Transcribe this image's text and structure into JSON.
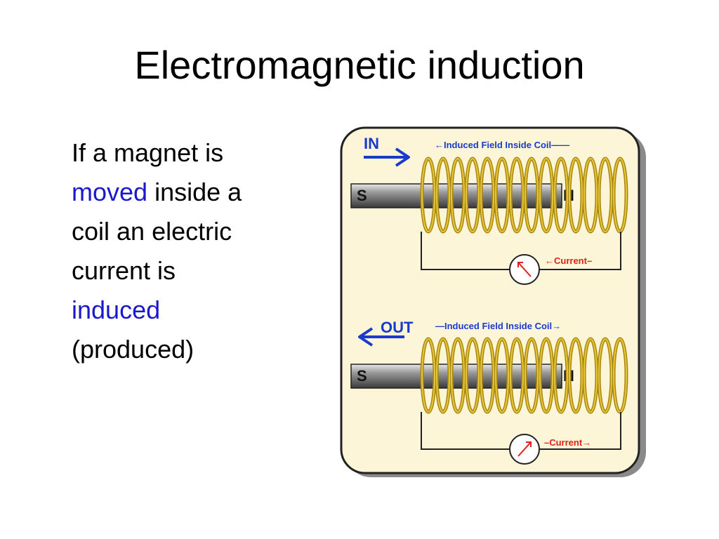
{
  "slide": {
    "title": "Electromagnetic induction",
    "text": {
      "l1": "If a magnet is",
      "moved": "moved",
      "l2_rest": " inside a",
      "l3": "coil an electric",
      "l4": "current is",
      "induced": "induced",
      "l6": "(produced)"
    },
    "highlight_color": "#1a1acc"
  },
  "diagram": {
    "panel_top": {
      "direction_label": "IN",
      "field_label": "←Induced Field Inside Coil——",
      "current_label": "←Current–",
      "magnet_south": "S",
      "magnet_north": "N"
    },
    "panel_bottom": {
      "direction_label": "OUT",
      "field_label": "—Induced Field Inside Coil→",
      "current_label": "–Current→",
      "magnet_south": "S",
      "magnet_north": "N"
    },
    "colors": {
      "background": "#fdf5d8",
      "arrow_blue": "#1a3acc",
      "coil_gold": "#c9a417",
      "current_red": "#e0201c"
    }
  }
}
